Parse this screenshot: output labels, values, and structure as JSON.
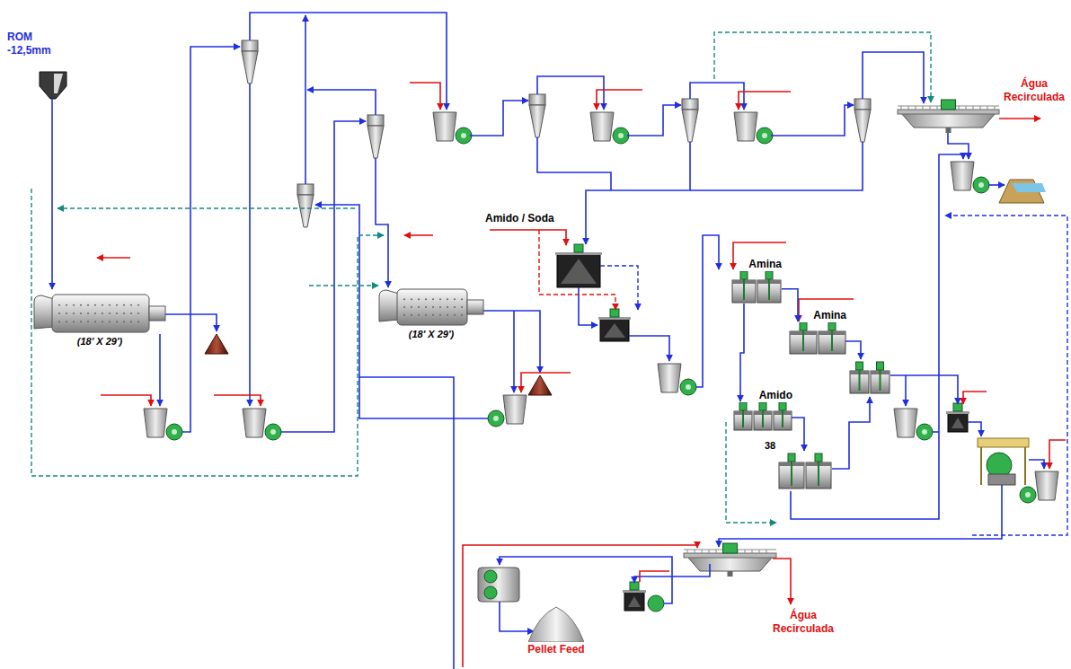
{
  "diagram": {
    "nodes": [
      {
        "text": [
          "(18' X 29')"
        ]
      },
      {
        "text": [
          "(18' X 29')"
        ]
      },
      {
        "text": [
          "Amina"
        ]
      },
      {
        "text": [
          "Amina"
        ]
      },
      {
        "text": [
          "Amido"
        ]
      },
      {
        "text": [
          "Pellet Feed"
        ]
      }
    ],
    "edges": [
      {
        "from": 2,
        "to": 3,
        "arrow": "to"
      },
      {
        "from": 2,
        "to": 4,
        "arrow": "to"
      }
    ],
    "labels": [
      "ROM -12,5mm",
      "Água Recirculada",
      "Amido / Soda",
      "38",
      "Água Recirculada"
    ]
  }
}
